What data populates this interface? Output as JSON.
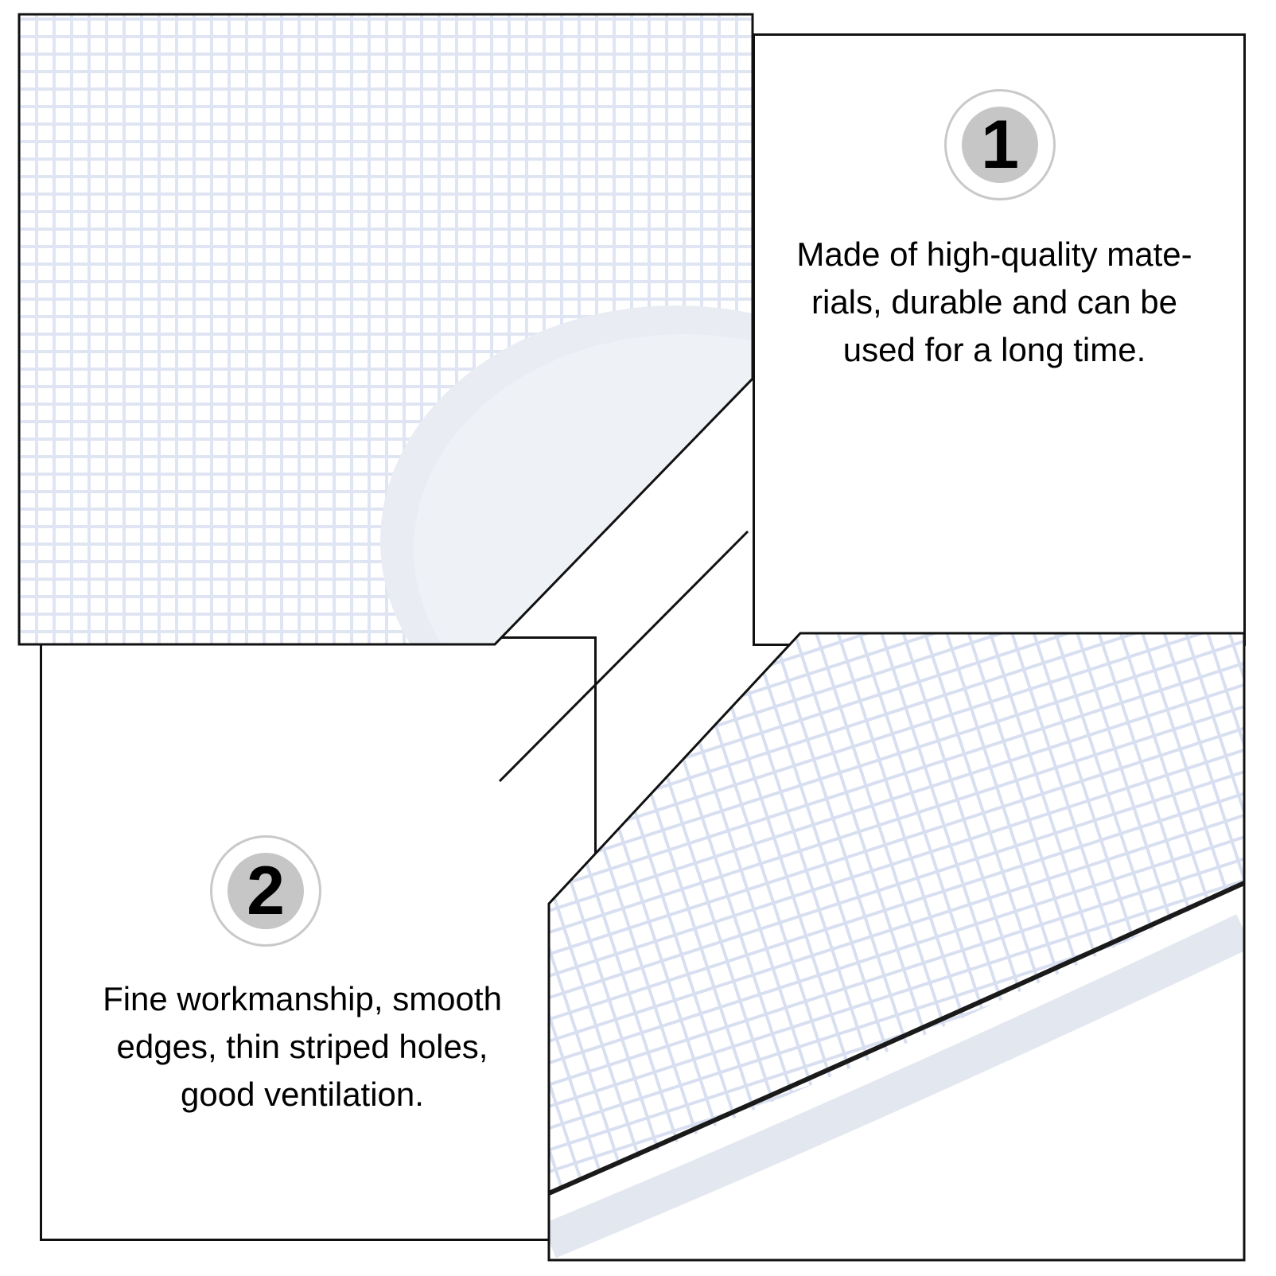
{
  "features": [
    {
      "number": "1",
      "lines": [
        "Made of high-quality mate-",
        "rials, durable and can be",
        "used for a long time."
      ]
    },
    {
      "number": "2",
      "lines": [
        "Fine workmanship, smooth",
        "edges, thin striped holes,",
        "good ventilation."
      ]
    }
  ],
  "colors": {
    "mesh": "#dfe5f2",
    "frame_border": "#111111",
    "badge_fill": "#c6c6c6",
    "text": "#000000"
  }
}
